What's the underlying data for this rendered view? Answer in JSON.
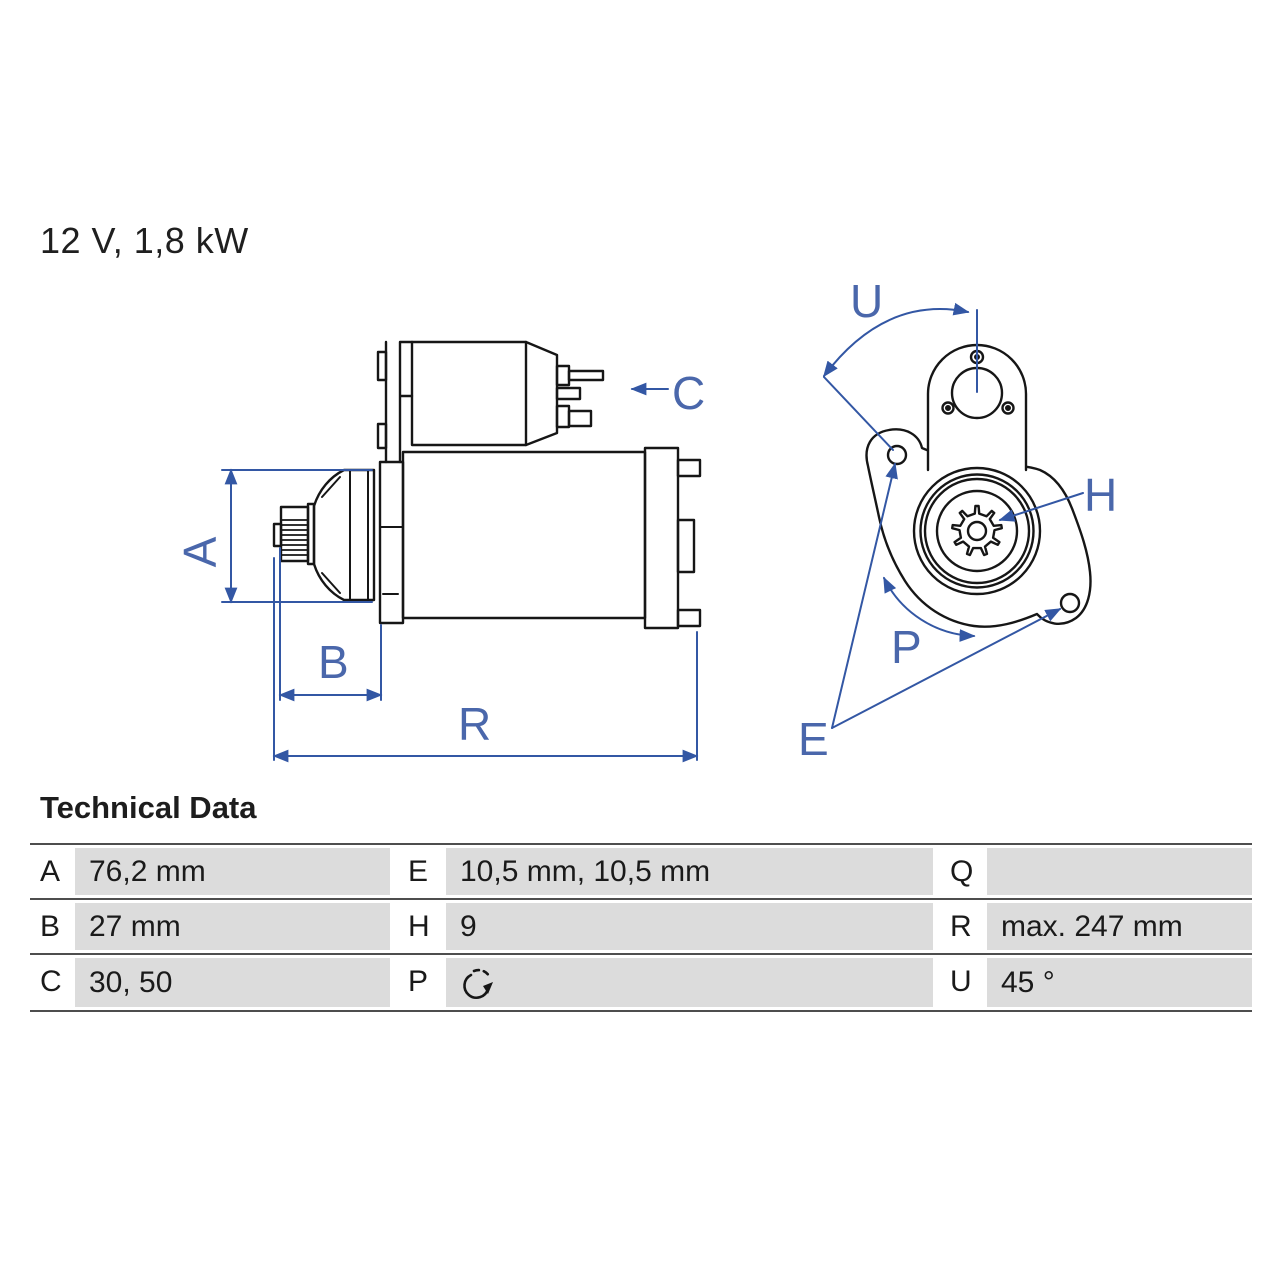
{
  "title": "12 V, 1,8 kW",
  "section_heading": "Technical Data",
  "drawing": {
    "labels": {
      "a": "A",
      "b": "B",
      "c": "C",
      "r": "R",
      "u": "U",
      "h": "H",
      "p": "P",
      "e": "E"
    },
    "gear_teeth": 9
  },
  "table": {
    "rows": [
      {
        "cells": [
          {
            "key": "A",
            "value": "76,2 mm"
          },
          {
            "key": "E",
            "value": "10,5 mm, 10,5 mm"
          },
          {
            "key": "Q",
            "value": ""
          }
        ]
      },
      {
        "cells": [
          {
            "key": "B",
            "value": "27 mm"
          },
          {
            "key": "H",
            "value": "9"
          },
          {
            "key": "R",
            "value": "max. 247 mm"
          }
        ]
      },
      {
        "cells": [
          {
            "key": "C",
            "value": "30, 50"
          },
          {
            "key": "P",
            "value": "",
            "icon": "rotation-direction-icon"
          },
          {
            "key": "U",
            "value": "45 °"
          }
        ]
      }
    ]
  },
  "colors": {
    "dimension_blue": "#3357a4",
    "label_blue": "#4a67ab",
    "line_black": "#161616",
    "table_gray": "#dcdcdc",
    "divider_gray": "#4e4e4e"
  }
}
